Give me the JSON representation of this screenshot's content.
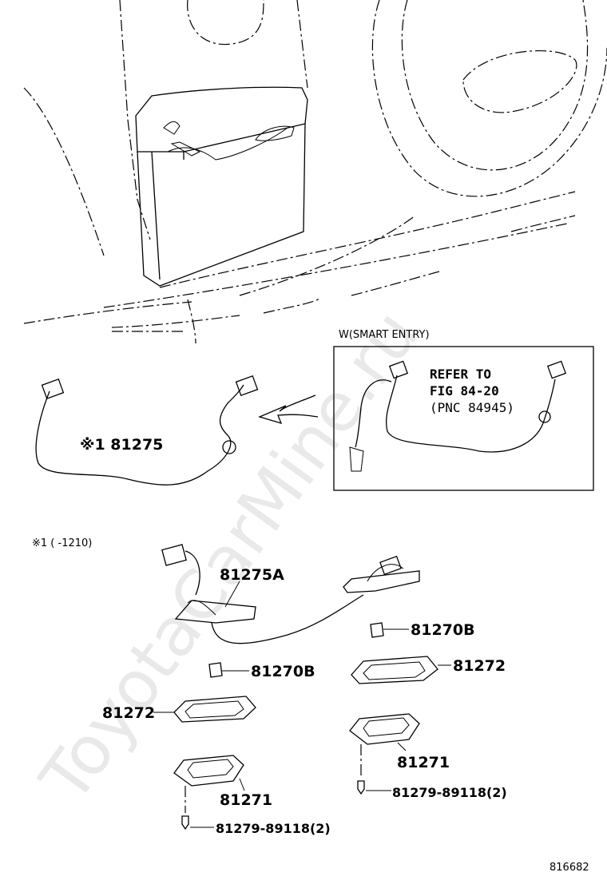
{
  "watermark": "ToyotaCarMine.ru",
  "inset": {
    "title": "W(SMART ENTRY)",
    "refer_line1": "REFER TO",
    "refer_line2": "FIG 84-20",
    "refer_line3": "(PNC 84945)"
  },
  "parts": {
    "harness_main": "※1 81275",
    "note": "※1 (      -1210)",
    "harness_a": "81275A",
    "bulb_right": "81270B",
    "bulb_left": "81270B",
    "lens_right": "81272",
    "lens_left": "81272",
    "housing_right": "81271",
    "housing_left": "81271",
    "screw_right": "81279-89118(2)",
    "screw_left": "81279-89118(2)"
  },
  "figure_id": "816682"
}
